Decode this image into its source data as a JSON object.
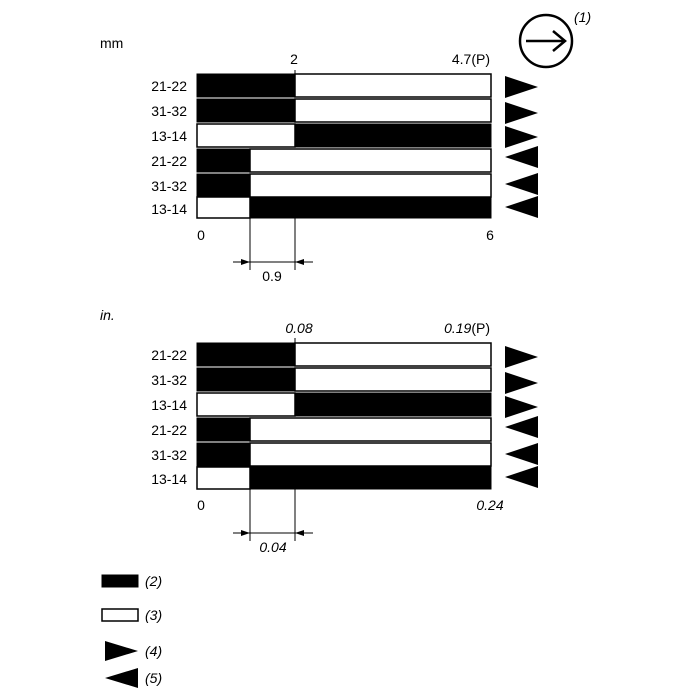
{
  "direction_symbol": {
    "icon": "arrow-right-in-circle-icon",
    "label": "(1)"
  },
  "panels": [
    {
      "id": "mm",
      "unit_label": "mm",
      "italic": false,
      "top_labels": {
        "mid": "2",
        "end": "4.7",
        "end_suffix": "(P)"
      },
      "bottom_labels": {
        "start": "0",
        "end": "6"
      },
      "dimension_label": "0.9",
      "rows": [
        {
          "label": "21-22",
          "segments": [
            "black",
            "white"
          ],
          "arrow": "right"
        },
        {
          "label": "31-32",
          "segments": [
            "black",
            "white"
          ],
          "arrow": "right"
        },
        {
          "label": "13-14",
          "segments": [
            "white",
            "black"
          ],
          "arrow": "right"
        },
        {
          "label": "21-22",
          "segments": [
            "black",
            "white"
          ],
          "arrow": "left"
        },
        {
          "label": "31-32",
          "segments": [
            "black",
            "white"
          ],
          "arrow": "left"
        },
        {
          "label": "13-14",
          "segments": [
            "white",
            "black"
          ],
          "arrow": "left"
        }
      ]
    },
    {
      "id": "in",
      "unit_label": "in.",
      "italic": true,
      "top_labels": {
        "mid": "0.08",
        "end": "0.19",
        "end_suffix": "(P)"
      },
      "bottom_labels": {
        "start": "0",
        "end": "0.24"
      },
      "dimension_label": "0.04",
      "rows": [
        {
          "label": "21-22",
          "segments": [
            "black",
            "white"
          ],
          "arrow": "right"
        },
        {
          "label": "31-32",
          "segments": [
            "black",
            "white"
          ],
          "arrow": "right"
        },
        {
          "label": "13-14",
          "segments": [
            "white",
            "black"
          ],
          "arrow": "right"
        },
        {
          "label": "21-22",
          "segments": [
            "black",
            "white"
          ],
          "arrow": "left"
        },
        {
          "label": "31-32",
          "segments": [
            "black",
            "white"
          ],
          "arrow": "left"
        },
        {
          "label": "13-14",
          "segments": [
            "white",
            "black"
          ],
          "arrow": "left"
        }
      ]
    }
  ],
  "legend": [
    {
      "symbol": "black-rect",
      "label": "(2)"
    },
    {
      "symbol": "white-rect",
      "label": "(3)"
    },
    {
      "symbol": "arrow-right",
      "label": "(4)"
    },
    {
      "symbol": "arrow-left",
      "label": "(5)"
    }
  ]
}
